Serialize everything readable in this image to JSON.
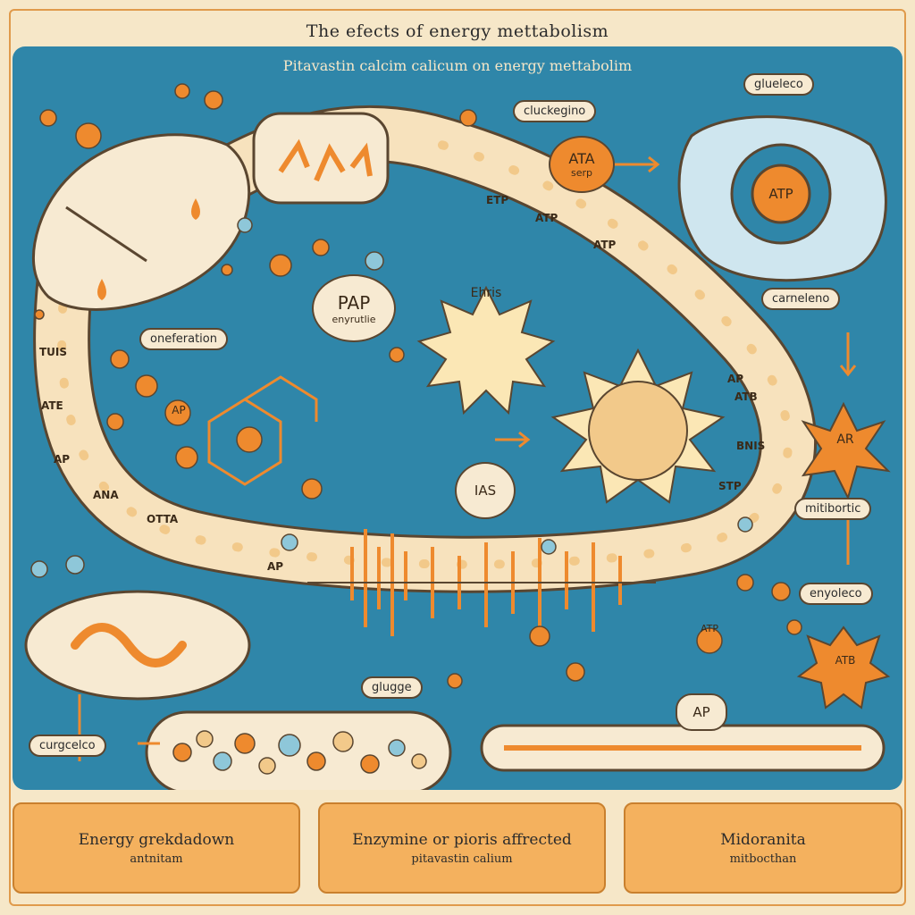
{
  "title": "The efects of energy mettabolism",
  "subtitle": "Pitavastin calcim calicum on energy mettabolim",
  "labels": {
    "gluleco": "glueleco",
    "cluckegino": "cluckegino",
    "onefération": "oneferation",
    "carnelono": "carneleno",
    "mitibortic": "mitibortic",
    "enyoleco": "enyoleco",
    "glugge": "glugge",
    "curgcelco": "curgcelco"
  },
  "nodes": {
    "pap": "PAP",
    "pap_sub": "enyrutlie",
    "ehrs": "Ehris",
    "ata": "ATA",
    "ata_sub": "serp",
    "atp": "ATP",
    "ias": "IAS",
    "ap": "AP",
    "ap_right": "AP",
    "ar": "AR",
    "atb": "ATB",
    "atp_small": "ATP"
  },
  "band_segments": [
    "TUIS",
    "ATE",
    "AP",
    "ANA",
    "OTTA",
    "AP",
    "ETP",
    "ATP",
    "ATP",
    "AP",
    "ATB",
    "BNIS",
    "STP"
  ],
  "bottom": {
    "left_l1": "Energy grekdadown",
    "left_l2": "antnitam",
    "mid_l1": "Enzymine or pioris affrected",
    "mid_l2": "pitavastin calium",
    "right_l1": "Midoranita",
    "right_l2": "mitbocthan"
  },
  "colors": {
    "panel": "#2f86a9",
    "cream": "#f7ead2",
    "orange": "#ee8a2e",
    "outline": "#5a4630"
  }
}
